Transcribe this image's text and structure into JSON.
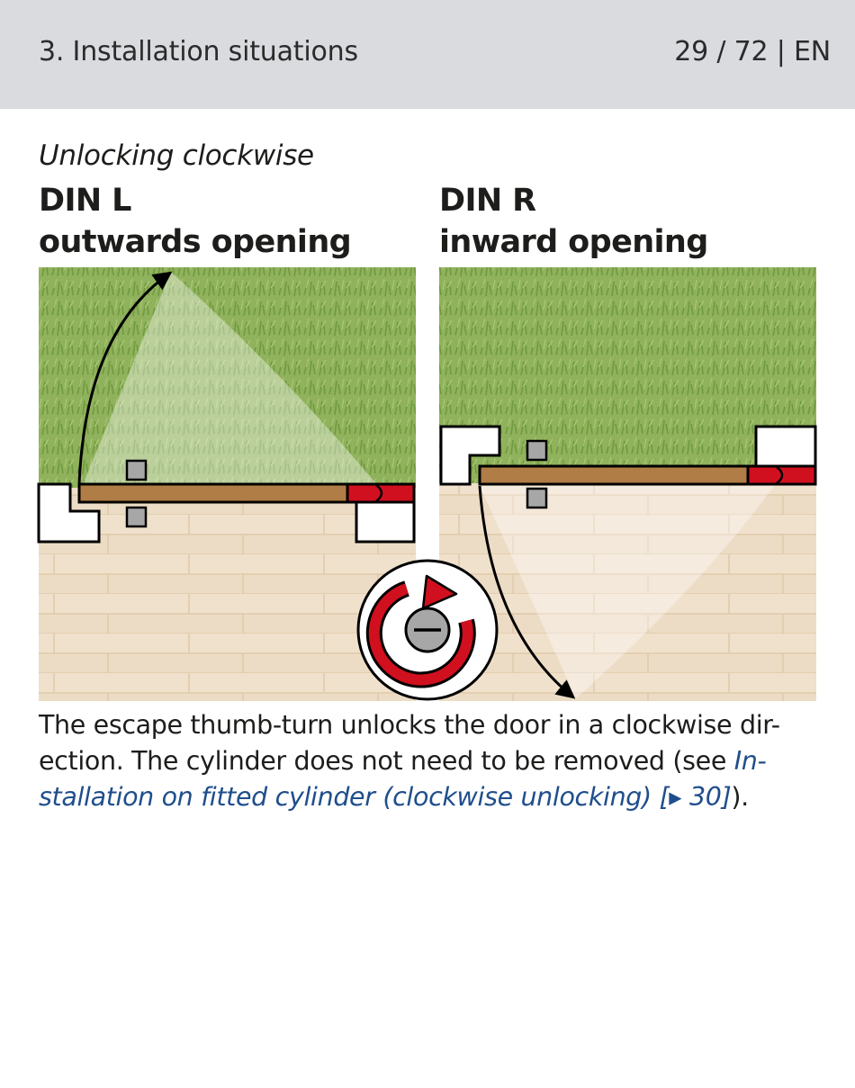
{
  "header": {
    "section_title": "3. Installation situations",
    "page_info": "29 / 72 | EN"
  },
  "figure": {
    "subtitle": "Unlocking clockwise",
    "left": {
      "line1": "DIN L",
      "line2": "outwards opening"
    },
    "right": {
      "line1": "DIN R",
      "line2": "inward opening"
    },
    "colors": {
      "door_leaf": "#b07d46",
      "lock_red": "#d0101e",
      "grass": "#8fb15a",
      "floor": "#ecdcc6",
      "fitting_gray": "#a7a7a7"
    }
  },
  "body": {
    "text_before": "The escape thumb-turn unlocks the door in a clockwise dir-ection. The cylinder does not need to be removed (see ",
    "link_text": "In-stallation on fitted cylinder (clockwise unlocking) [",
    "link_page": "30",
    "link_close": "]",
    "text_after": ")."
  }
}
